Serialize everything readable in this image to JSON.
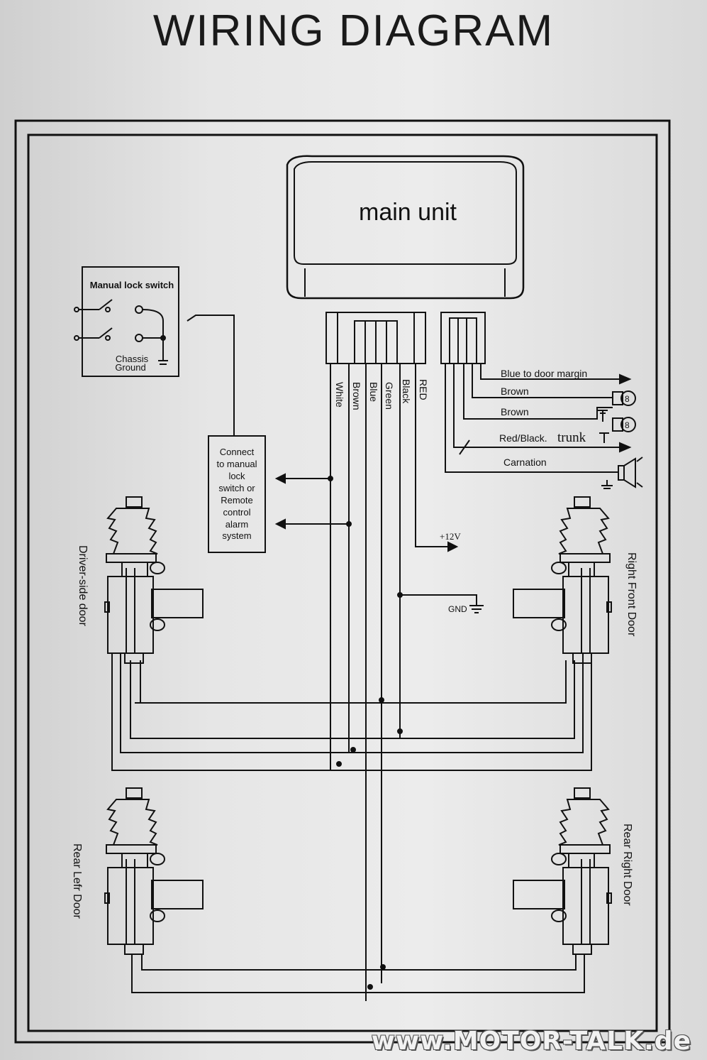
{
  "title": "WIRING DIAGRAM",
  "main_unit": {
    "label": "main unit"
  },
  "manual_lock": {
    "title": "Manual lock switch",
    "ground_line1": "Chassis",
    "ground_line2": "Ground"
  },
  "connect_note": [
    "Connect",
    "to manual",
    "lock",
    "switch or",
    "Remote",
    "control",
    "alarm",
    "system"
  ],
  "harness_wires": [
    "White",
    "Brown",
    "Blue",
    "Green",
    "Black",
    "RED"
  ],
  "outputs": {
    "blue_door": "Blue to door margin",
    "brown1": "Brown",
    "brown2": "Brown",
    "red_black": "Red/Black.",
    "trunk": "trunk",
    "carnation": "Carnation"
  },
  "power": {
    "plus12": "+12V",
    "gnd": "GND"
  },
  "doors": {
    "driver": "Driver-side door",
    "right_front": "Right Front Door",
    "rear_left": "Rear Lefr Door",
    "rear_right": "Rear Right Door"
  },
  "watermark": "www.MOTOR-TALK.de"
}
